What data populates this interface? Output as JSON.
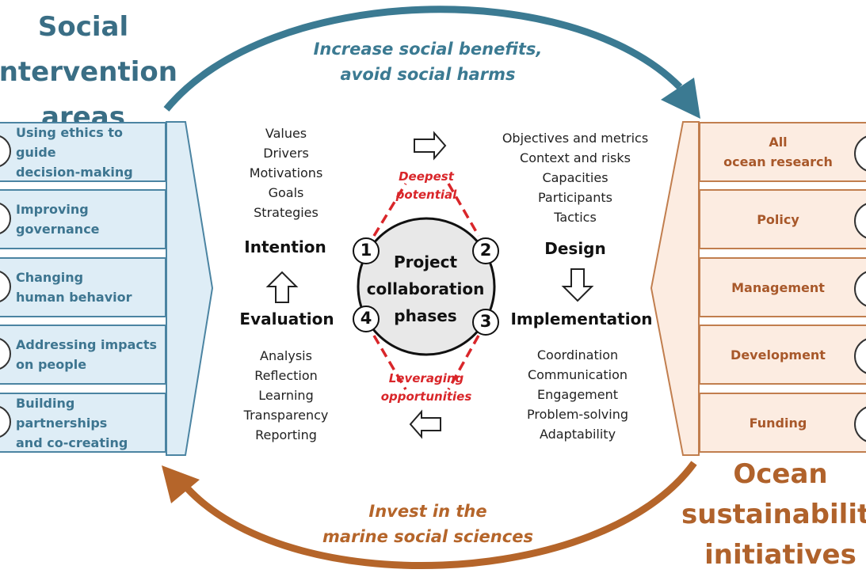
{
  "left_panel": {
    "title": [
      "Social",
      "Intervention",
      "areas"
    ],
    "items": [
      {
        "label": [
          "Using ethics to guide",
          "decision-making"
        ]
      },
      {
        "label": [
          "Improving",
          "governance"
        ]
      },
      {
        "label": [
          "Changing",
          "human behavior"
        ]
      },
      {
        "label": [
          "Addressing impacts",
          "on people"
        ]
      },
      {
        "label": [
          "Building partnerships",
          "and co-creating"
        ]
      }
    ]
  },
  "right_panel": {
    "title": [
      "Ocean",
      "sustainability",
      "initiatives"
    ],
    "items": [
      {
        "label": [
          "All",
          "ocean research"
        ]
      },
      {
        "label": [
          "Policy"
        ]
      },
      {
        "label": [
          "Management"
        ]
      },
      {
        "label": [
          "Development"
        ]
      },
      {
        "label": [
          "Funding"
        ]
      }
    ]
  },
  "arcs": {
    "top": [
      "Increase social benefits,",
      "avoid social harms"
    ],
    "bottom": [
      "Invest in the",
      "marine social sciences"
    ]
  },
  "cycle": {
    "center": [
      "Project",
      "collaboration",
      "phases"
    ],
    "top_link": [
      "Deepest",
      "potential"
    ],
    "bottom_link": [
      "Leveraging",
      "opportunities"
    ],
    "phases": {
      "intention": {
        "number": "1",
        "name": "Intention",
        "items": [
          "Values",
          "Drivers",
          "Motivations",
          "Goals",
          "Strategies"
        ]
      },
      "design": {
        "number": "2",
        "name": "Design",
        "items": [
          "Objectives and metrics",
          "Context and risks",
          "Capacities",
          "Participants",
          "Tactics"
        ]
      },
      "implementation": {
        "number": "3",
        "name": "Implementation",
        "items": [
          "Coordination",
          "Communication",
          "Engagement",
          "Problem-solving",
          "Adaptability"
        ]
      },
      "evaluation": {
        "number": "4",
        "name": "Evaluation",
        "items": [
          "Analysis",
          "Reflection",
          "Learning",
          "Transparency",
          "Reporting"
        ]
      }
    }
  },
  "colors": {
    "blue_accent": "#3b7a92",
    "blue_fill": "#deedf6",
    "orange_accent": "#b5652a",
    "orange_fill": "#fcece1",
    "red_link": "#d9262a"
  }
}
